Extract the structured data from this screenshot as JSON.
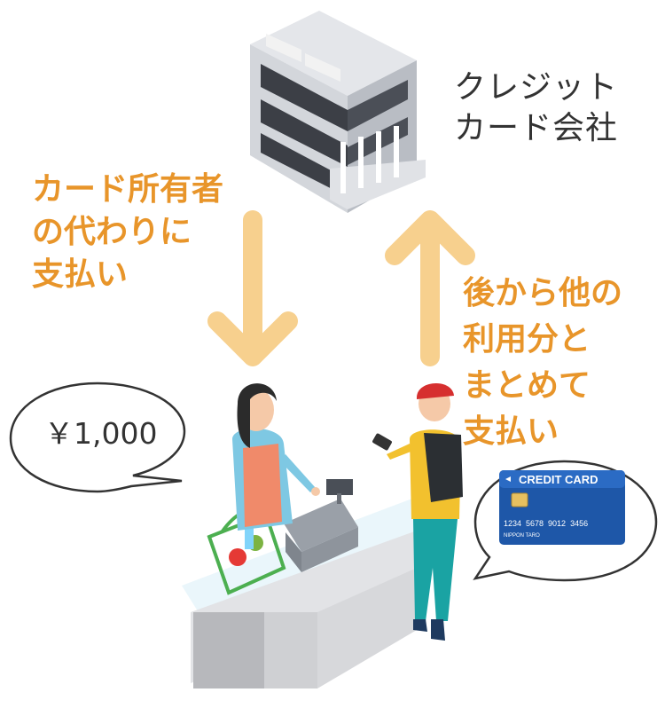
{
  "labels": {
    "company": "クレジット\nカード会社",
    "pay_on_behalf": "カード所有者\nの代わりに\n支払い",
    "pay_later": "後から他の\n利用分と\nまとめて\n支払い",
    "amount": "￥1,000"
  },
  "card": {
    "brand": "CREDIT CARD",
    "number": "1234  5678  9012  3456",
    "holder": "NIPPON TARO"
  },
  "colors": {
    "arrow": "#f7d08e",
    "accent_text": "#e8952a",
    "card_blue": "#1e57a8"
  }
}
